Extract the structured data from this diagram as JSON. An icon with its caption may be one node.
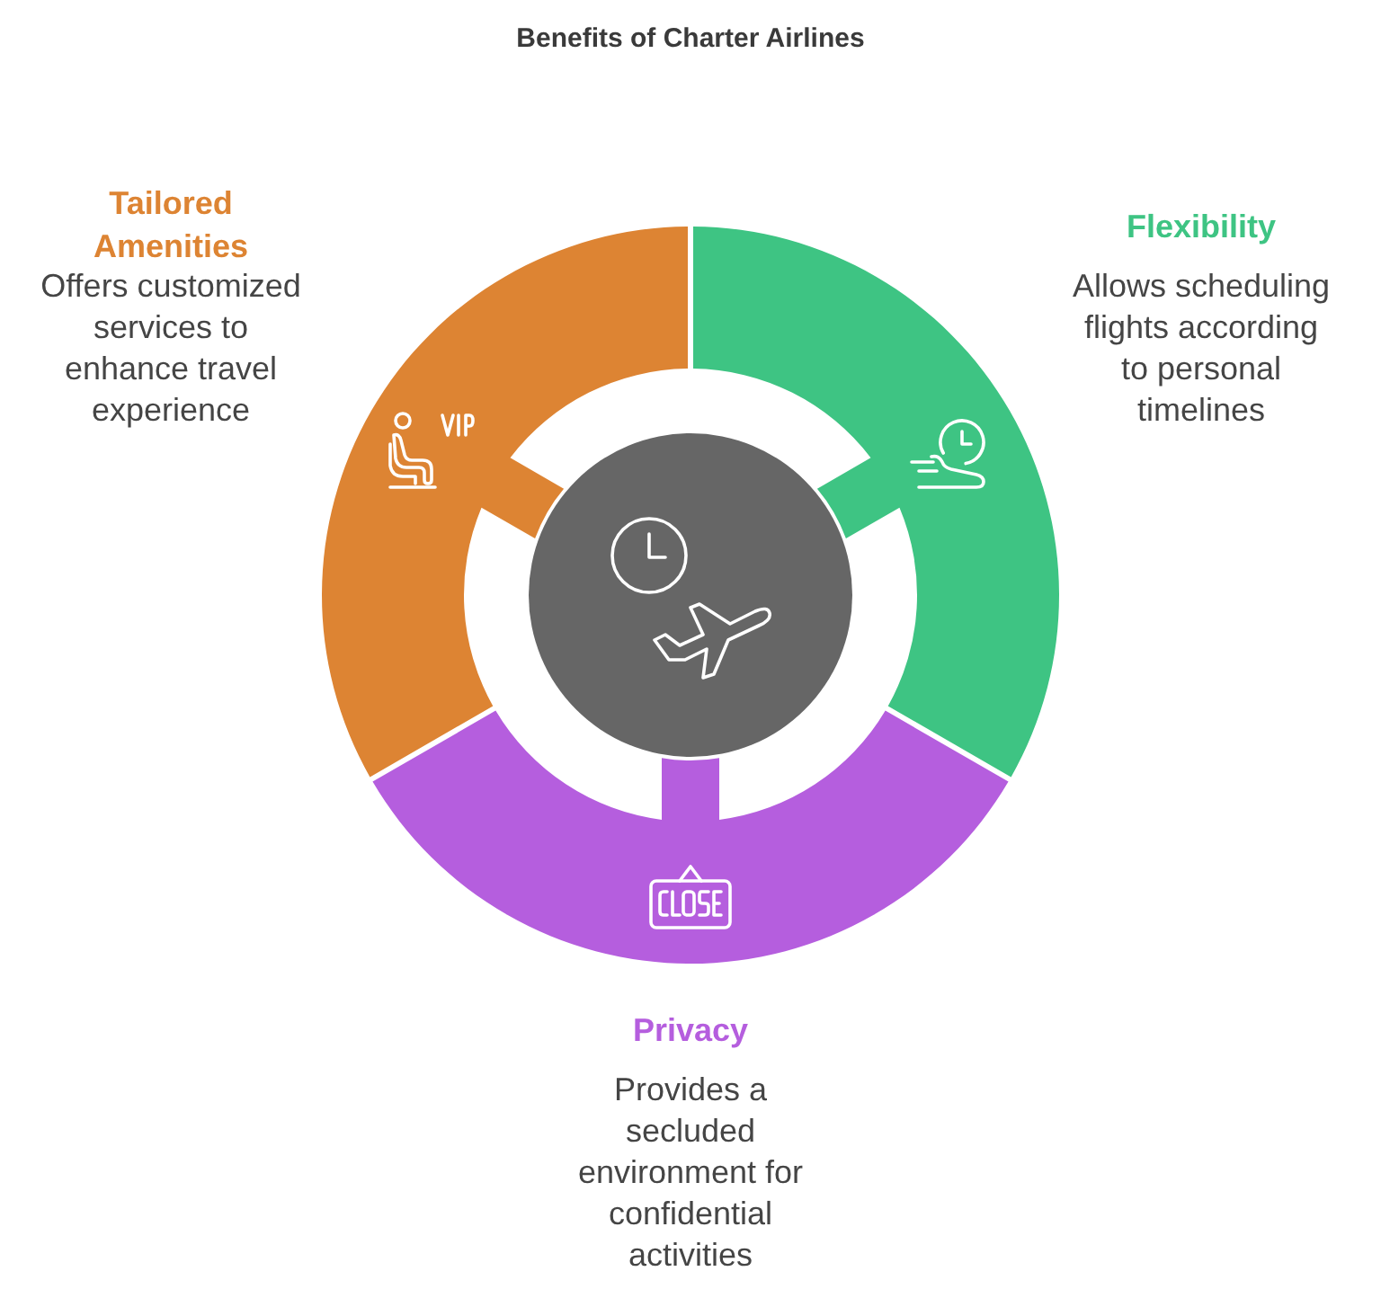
{
  "diagram": {
    "title": "Benefits of Charter Airlines",
    "nodes": [
      {
        "text": [
          "Tailored Amenities",
          "Offers customized services to enhance travel experience"
        ]
      },
      {
        "text": [
          "Flexibility",
          "Allows scheduling flights according to personal timelines"
        ]
      },
      {
        "text": [],
        "shape": "circle"
      },
      {
        "text": [
          "Privacy",
          "Provides a secluded environment for confidential activities"
        ]
      }
    ]
  }
}
